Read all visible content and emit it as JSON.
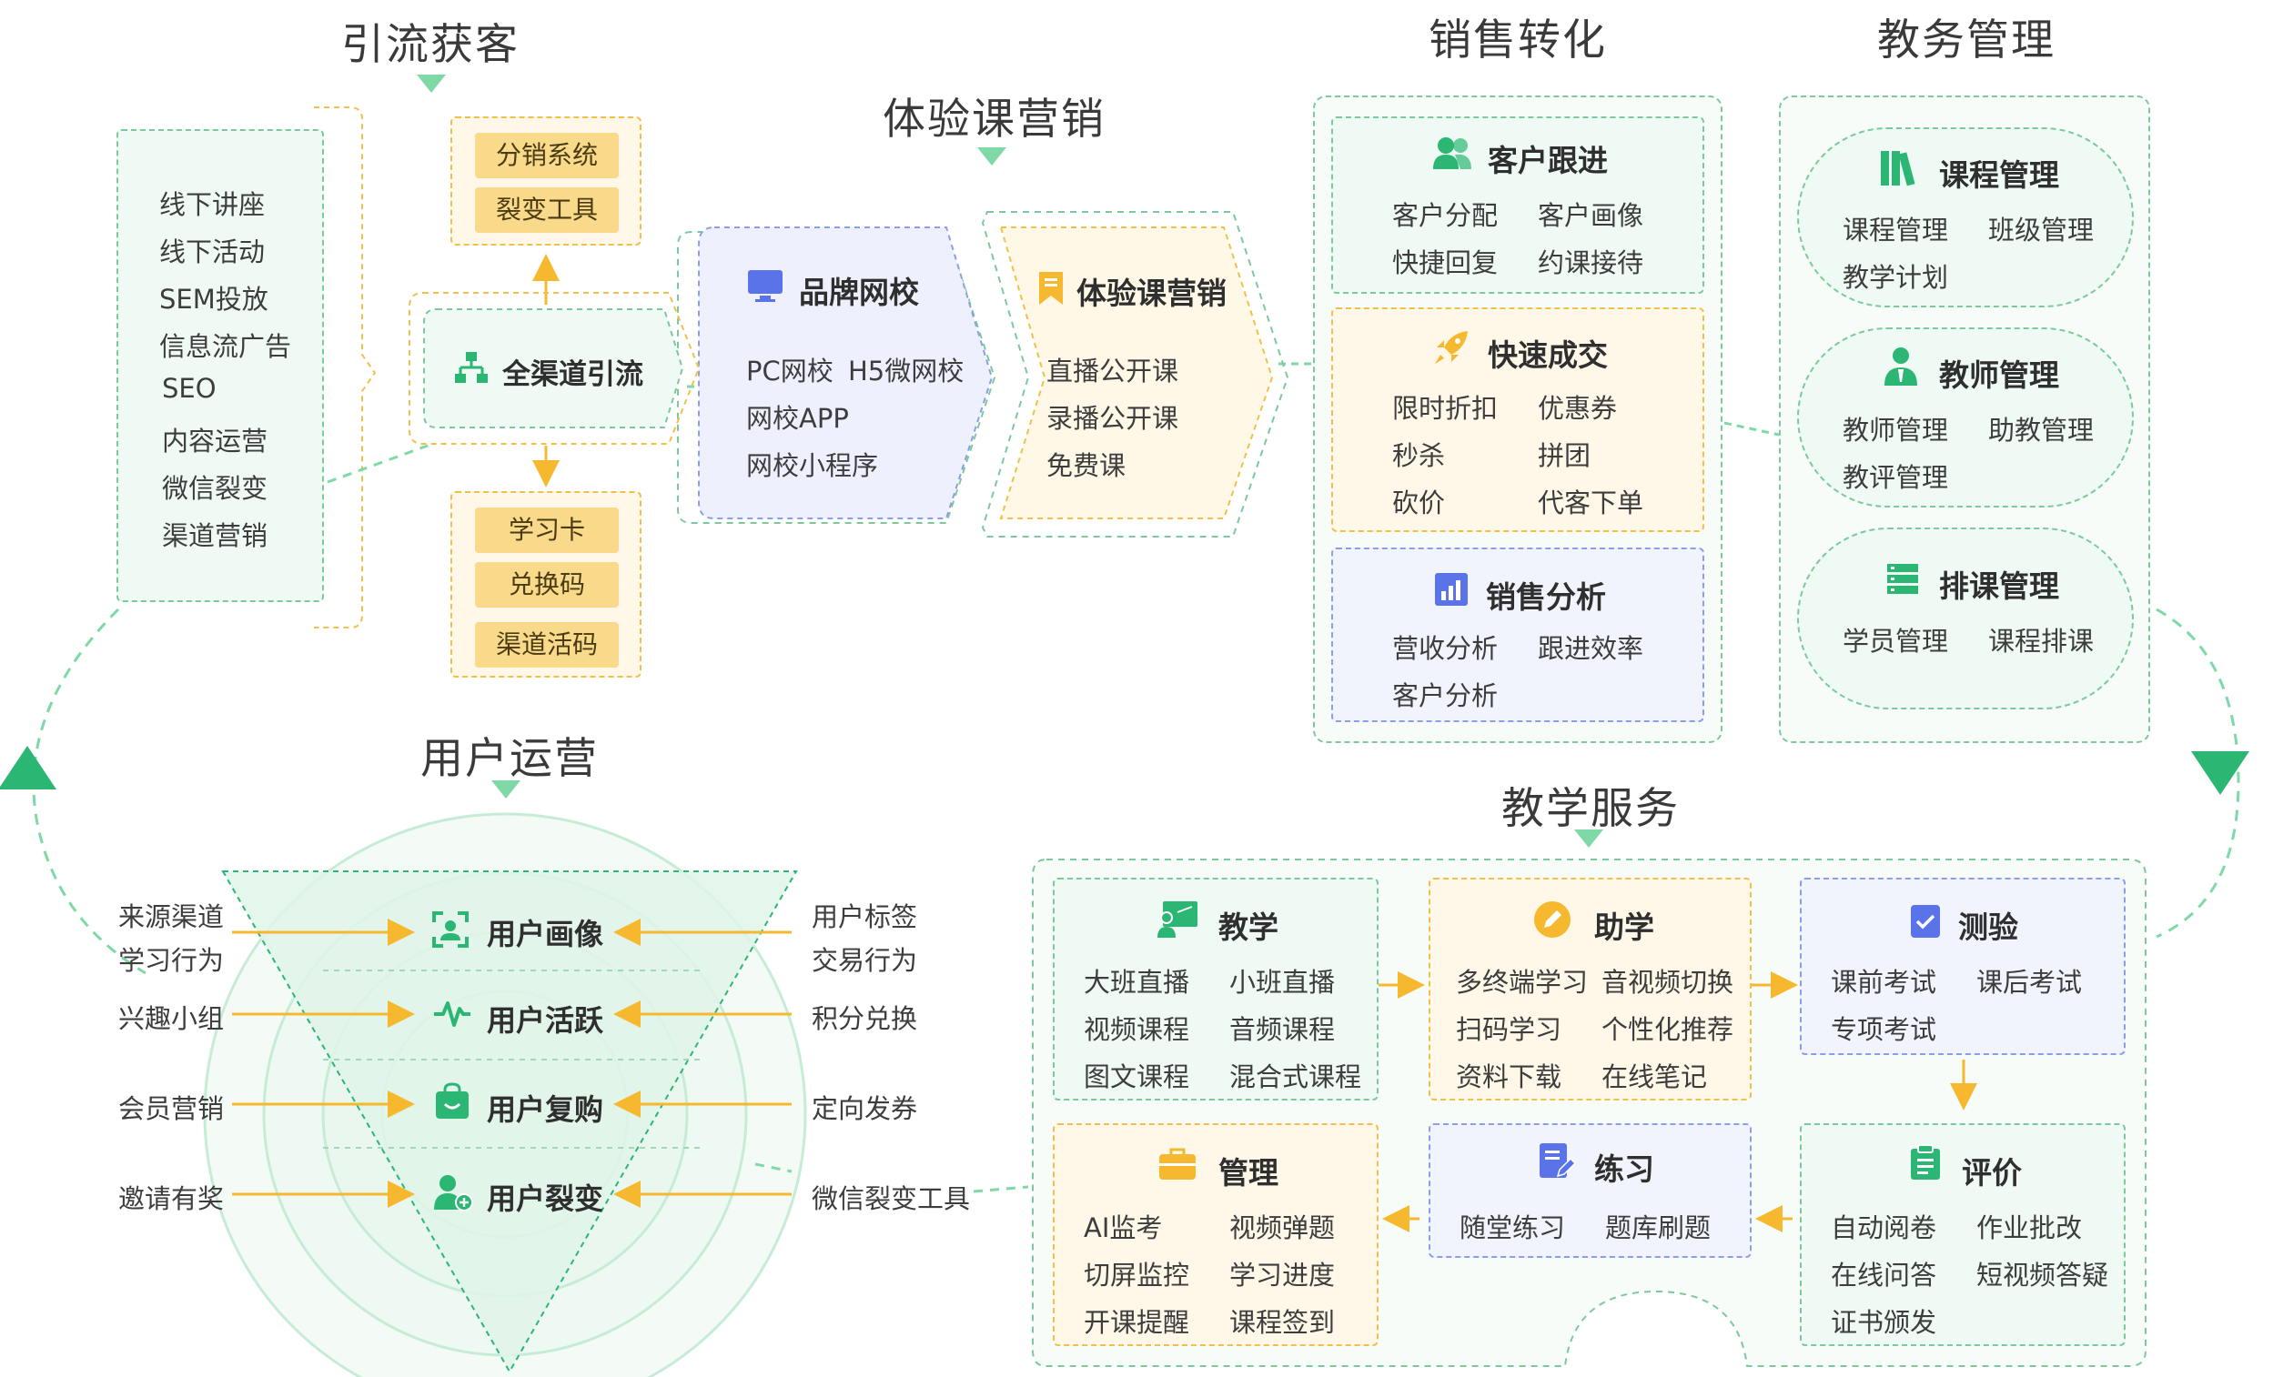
{
  "titles": {
    "acquisition": "引流获客",
    "trial_marketing": "体验课营销",
    "sales_conversion": "销售转化",
    "academic_admin": "教务管理",
    "user_operation": "用户运营",
    "teaching_service": "教学服务"
  },
  "channels": [
    "线下讲座",
    "线下活动",
    "SEM投放",
    "信息流广告",
    "SEO",
    "内容运营",
    "微信裂变",
    "渠道营销"
  ],
  "acquisition": {
    "hub": "全渠道引流",
    "top_pills": [
      "分销系统",
      "裂变工具"
    ],
    "bottom_pills": [
      "学习卡",
      "兑换码",
      "渠道活码"
    ]
  },
  "brand_school": {
    "title": "品牌网校",
    "items": [
      "PC网校",
      "H5微网校",
      "网校APP",
      "网校小程序"
    ]
  },
  "trial_course": {
    "title": "体验课营销",
    "items": [
      "直播公开课",
      "录播公开课",
      "免费课"
    ]
  },
  "sales": {
    "follow": {
      "title": "客户跟进",
      "items": [
        "客户分配",
        "客户画像",
        "快捷回复",
        "约课接待"
      ]
    },
    "deal": {
      "title": "快速成交",
      "items": [
        "限时折扣",
        "优惠券",
        "秒杀",
        "拼团",
        "砍价",
        "代客下单"
      ]
    },
    "analysis": {
      "title": "销售分析",
      "items": [
        "营收分析",
        "跟进效率",
        "客户分析"
      ]
    }
  },
  "admin": {
    "course": {
      "title": "课程管理",
      "items": [
        "课程管理",
        "班级管理",
        "教学计划"
      ]
    },
    "teacher": {
      "title": "教师管理",
      "items": [
        "教师管理",
        "助教管理",
        "教评管理"
      ]
    },
    "schedule": {
      "title": "排课管理",
      "items": [
        "学员管理",
        "课程排课"
      ]
    }
  },
  "user_op": {
    "levels": [
      "用户画像",
      "用户活跃",
      "用户复购",
      "用户裂变"
    ],
    "left": [
      "来源渠道",
      "学习行为",
      "兴趣小组",
      "会员营销",
      "邀请有奖"
    ],
    "right": [
      "用户标签",
      "交易行为",
      "积分兑换",
      "定向发券",
      "微信裂变工具"
    ]
  },
  "teaching": {
    "teach": {
      "title": "教学",
      "items": [
        "大班直播",
        "小班直播",
        "视频课程",
        "音频课程",
        "图文课程",
        "混合式课程"
      ]
    },
    "assist": {
      "title": "助学",
      "items": [
        "多终端学习",
        "音视频切换",
        "扫码学习",
        "个性化推荐",
        "资料下载",
        "在线笔记"
      ]
    },
    "test": {
      "title": "测验",
      "items": [
        "课前考试",
        "课后考试",
        "专项考试"
      ]
    },
    "manage": {
      "title": "管理",
      "items": [
        "AI监考",
        "视频弹题",
        "切屏监控",
        "学习进度",
        "开课提醒",
        "课程签到"
      ]
    },
    "practice": {
      "title": "练习",
      "items": [
        "随堂练习",
        "题库刷题"
      ]
    },
    "evaluate": {
      "title": "评价",
      "items": [
        "自动阅卷",
        "作业批改",
        "在线问答",
        "短视频答疑",
        "证书颁发"
      ]
    }
  },
  "colors": {
    "green": "#2bb673",
    "yellow": "#f5b82e",
    "blue": "#5b73e8",
    "dash_green": "#7cc99c"
  }
}
